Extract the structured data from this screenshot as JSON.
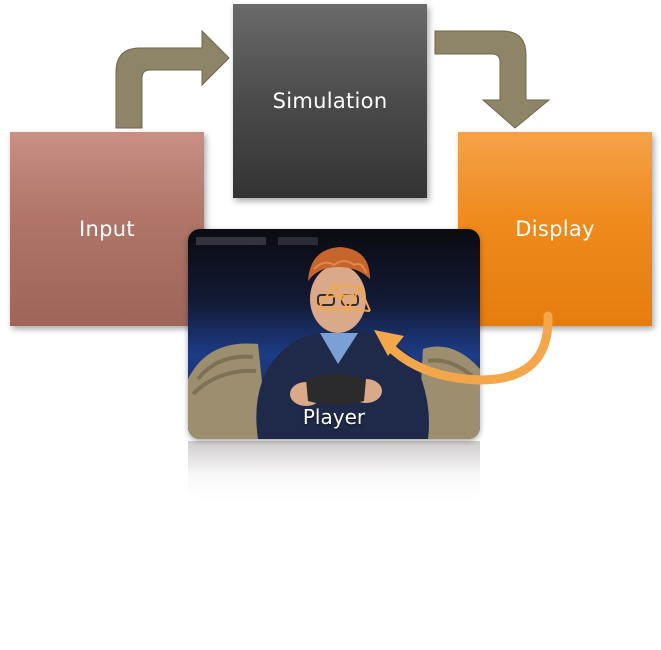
{
  "nodes": {
    "input": "Input",
    "simulation": "Simulation",
    "display": "Display",
    "player": "Player"
  },
  "colors": {
    "input_box": "#b07468",
    "simulation_box": "#4b4b4b",
    "display_box": "#ef8a1d",
    "connector_arrow": "#8e8467",
    "feedback_arrow": "#f4a74a"
  }
}
